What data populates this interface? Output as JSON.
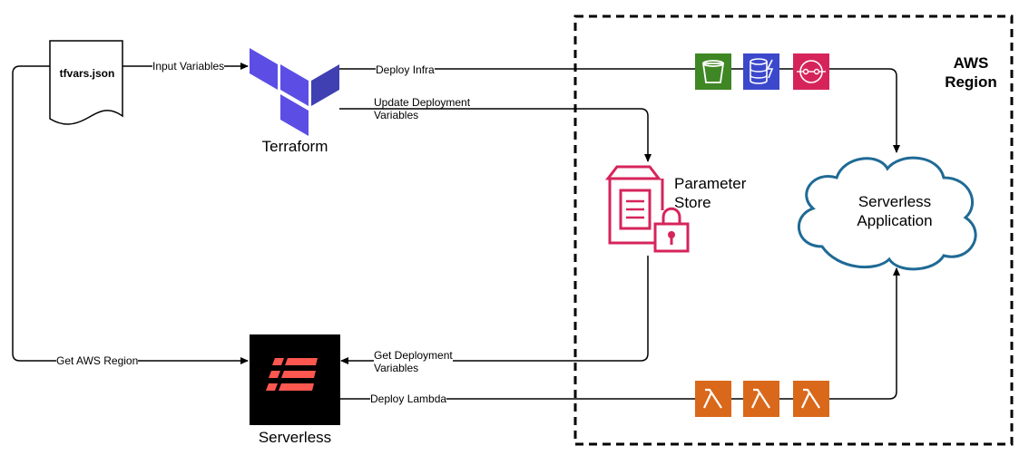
{
  "region": {
    "title": "AWS\nRegion"
  },
  "nodes": {
    "tfvars": "tfvars.json",
    "terraform": "Terraform",
    "serverless": "Serverless",
    "parameter_store": "Parameter\nStore",
    "serverless_app": "Serverless\nApplication"
  },
  "edges": {
    "input_variables": "Input Variables",
    "deploy_infra": "Deploy Infra",
    "update_deployment_variables": "Update Deployment\nVariables",
    "get_aws_region": "Get AWS Region",
    "get_deployment_variables": "Get Deployment\nVariables",
    "deploy_lambda": "Deploy Lambda"
  },
  "icons": {
    "s3": "s3-bucket-icon",
    "dynamodb": "dynamodb-icon",
    "eventbridge": "eventbridge-icon",
    "lambda": "lambda-icon",
    "parameter_store": "parameter-store-icon",
    "terraform": "terraform-logo",
    "serverless": "serverless-logo",
    "cloud": "cloud-icon"
  },
  "colors": {
    "terraform_purple": "#5C4EE5",
    "terraform_dark": "#4040B2",
    "s3_green": "#3F8624",
    "dynamodb_blue": "#3B48CC",
    "eventbridge_pink": "#D6245B",
    "lambda_orange": "#D9681B",
    "parameter_store_pink": "#D6245B",
    "cloud_blue": "#1F6A95",
    "serverless_red": "#FD5750"
  }
}
